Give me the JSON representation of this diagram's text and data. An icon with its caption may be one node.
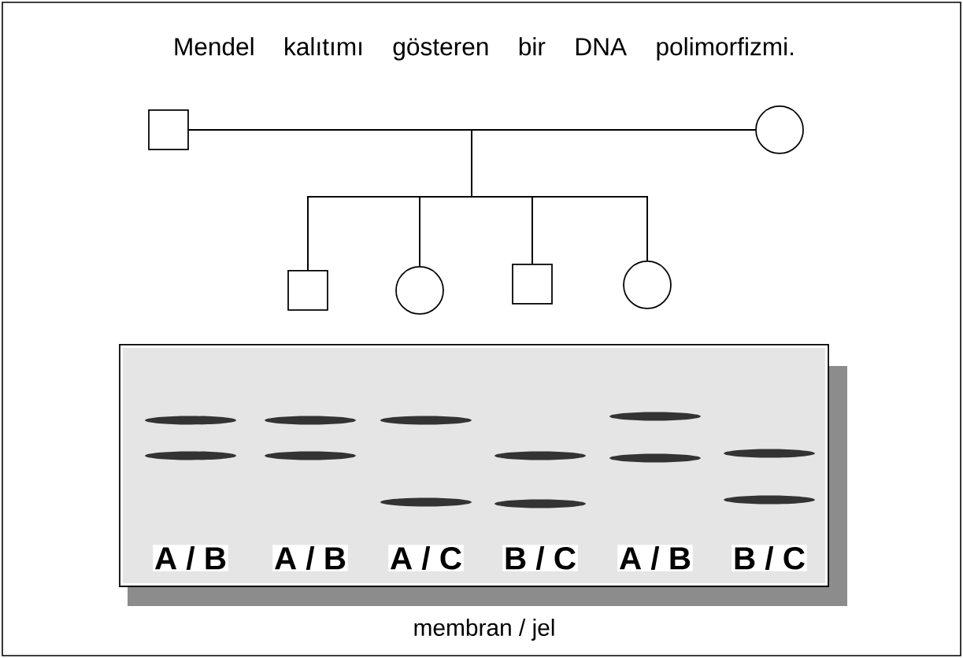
{
  "diagram": {
    "title": "Mendel kalıtımı gösteren bir DNA polimorfizmi.",
    "nodes": [
      {
        "text": [],
        "shape": "box"
      },
      {
        "text": [],
        "shape": "circle"
      },
      {
        "text": [],
        "shape": "box"
      },
      {
        "text": [],
        "shape": "circle"
      },
      {
        "text": [],
        "shape": "box"
      },
      {
        "text": [],
        "shape": "circle"
      }
    ],
    "edges": [
      {
        "from": 0,
        "to": 1,
        "arrow": "none"
      },
      {
        "from": 0,
        "to": 2,
        "arrow": "none"
      },
      {
        "from": 1,
        "to": 2,
        "arrow": "none"
      },
      {
        "from": 0,
        "to": 3,
        "arrow": "none"
      },
      {
        "from": 1,
        "to": 3,
        "arrow": "none"
      },
      {
        "from": 0,
        "to": 4,
        "arrow": "none"
      },
      {
        "from": 1,
        "to": 4,
        "arrow": "none"
      },
      {
        "from": 0,
        "to": 5,
        "arrow": "none"
      },
      {
        "from": 1,
        "to": 5,
        "arrow": "none"
      }
    ],
    "labels": [
      "A / B",
      "A / B",
      "A / C",
      "B / C",
      "A / B",
      "B / C",
      "membran / jel"
    ]
  }
}
